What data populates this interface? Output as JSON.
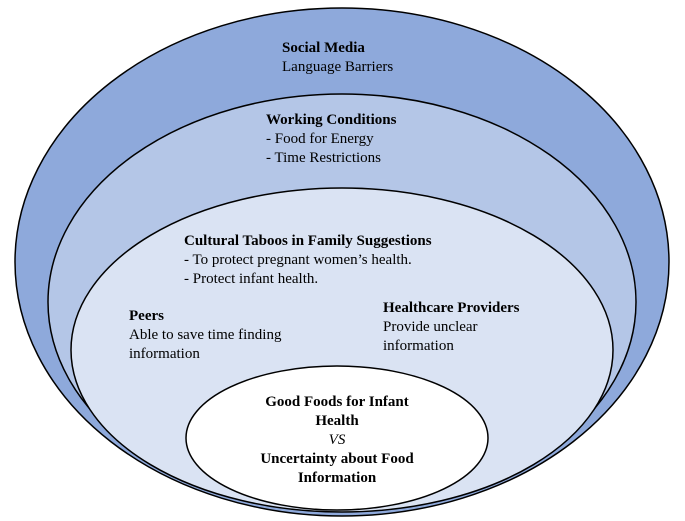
{
  "colors": {
    "outer": "#8ea9db",
    "middle": "#b4c6e7",
    "inner": "#dae3f3",
    "core": "#ffffff",
    "stroke": "#000000"
  },
  "social": {
    "title": "Social Media",
    "line1": "Language Barriers"
  },
  "working": {
    "title": "Working Conditions",
    "line1": "- Food for Energy",
    "line2": "- Time Restrictions"
  },
  "cultural": {
    "title": "Cultural Taboos in Family Suggestions",
    "line1": "- To protect pregnant women’s health.",
    "line2": "- Protect infant health."
  },
  "peers": {
    "title": "Peers",
    "line1": "Able to save time finding",
    "line2": "information"
  },
  "healthcare": {
    "title": "Healthcare Providers",
    "line1": "Provide unclear",
    "line2": "information"
  },
  "core": {
    "line1": "Good Foods for Infant",
    "line2": "Health",
    "vs": "VS",
    "line3": "Uncertainty about Food",
    "line4": "Information"
  }
}
